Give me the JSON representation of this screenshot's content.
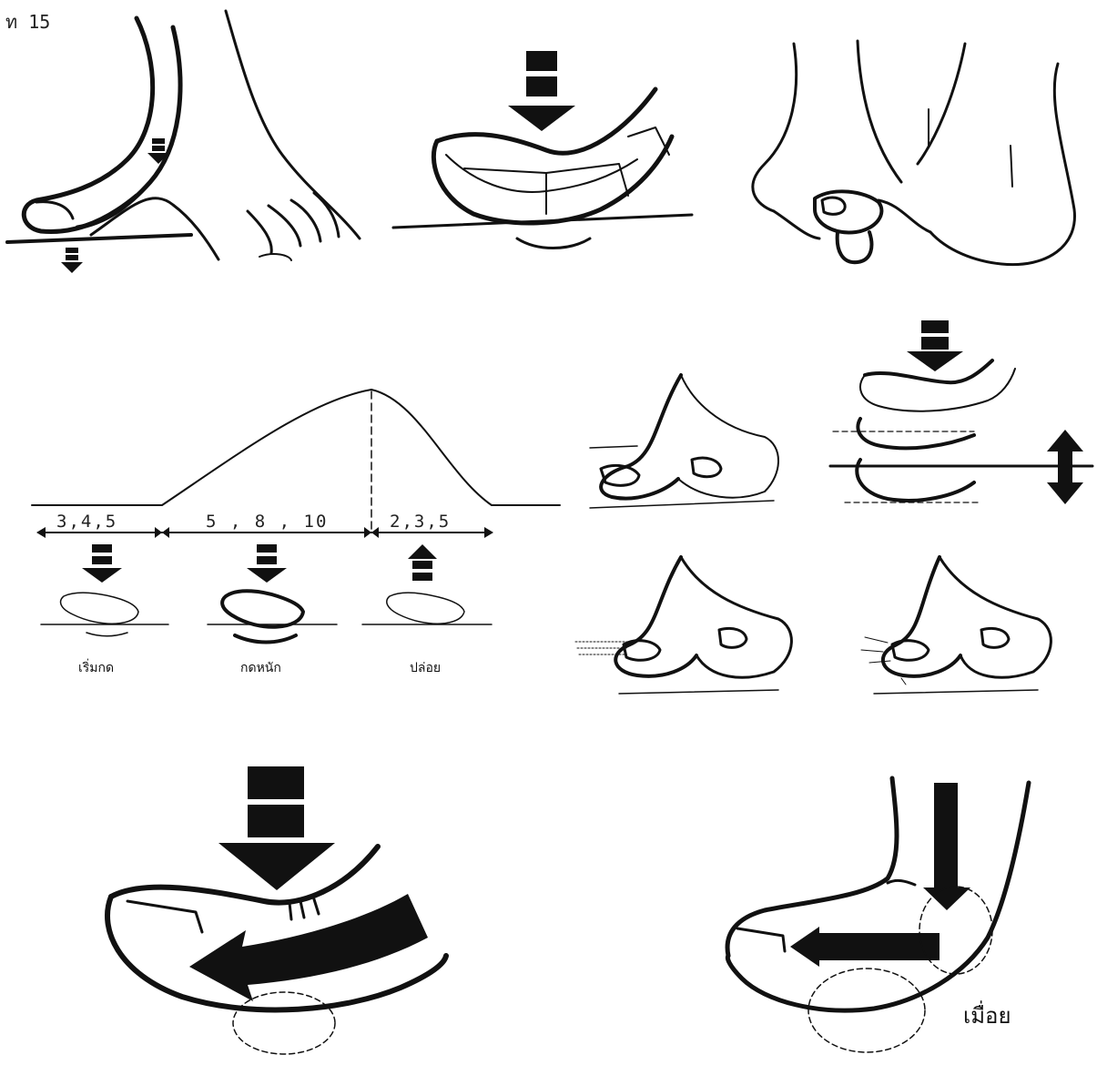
{
  "page_tag": "ท 15",
  "pressure_graph": {
    "phase_values": [
      "3,4,5",
      "5 , 8 , 10",
      "2,3,5"
    ],
    "phase_captions": [
      "เริ่มกด",
      "กดหนัก",
      "ปล่อย"
    ]
  },
  "bottom_word": "เมื่อย",
  "colors": {
    "ink": "#111111",
    "paper": "#ffffff"
  }
}
